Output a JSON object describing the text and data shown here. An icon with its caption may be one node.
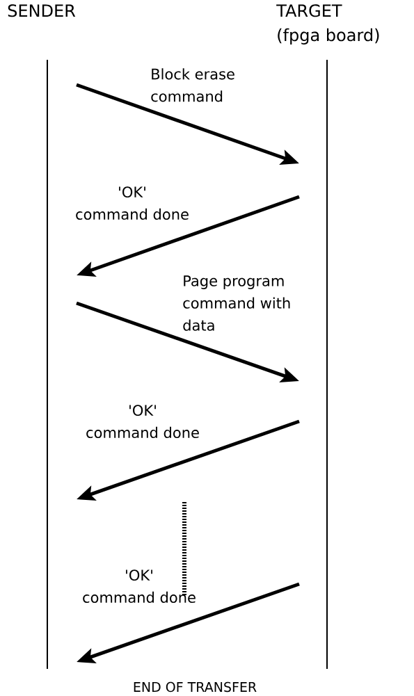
{
  "diagram": {
    "nodes": [
      {
        "text": [
          "SENDER"
        ]
      },
      {
        "text": [
          "TARGET (fpga board)"
        ]
      }
    ],
    "edges": [
      {
        "from": 0,
        "to": 1,
        "arrow": "to",
        "label": "Block erase command"
      },
      {
        "from": 1,
        "to": 0,
        "arrow": "to",
        "label": "'OK' command done"
      },
      {
        "from": 0,
        "to": 1,
        "arrow": "to",
        "label": "Page program command with data"
      },
      {
        "from": 1,
        "to": 0,
        "arrow": "to",
        "label": "'OK' command done"
      },
      {
        "from": 1,
        "to": 0,
        "arrow": "to",
        "label": "'OK' command done"
      }
    ],
    "labels": [
      "END OF TRANSFER"
    ]
  }
}
